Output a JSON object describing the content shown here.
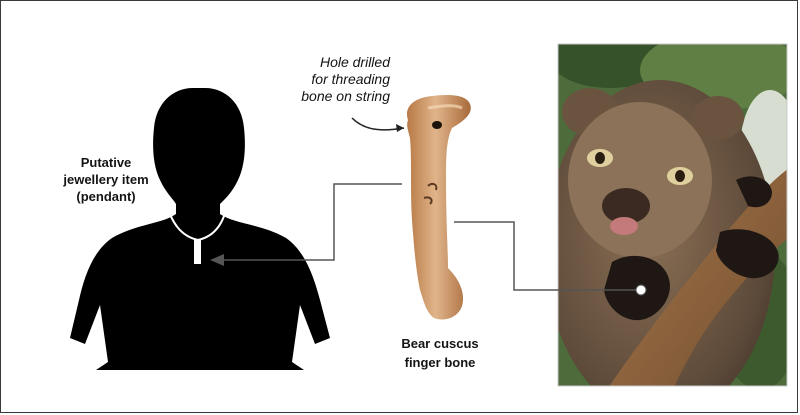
{
  "labels": {
    "hole": [
      "Hole drilled",
      "for threading",
      "bone on string"
    ],
    "pendant": [
      "Putative",
      "jewellery item",
      "(pendant)"
    ],
    "bone": [
      "Bear cuscus",
      "finger bone"
    ]
  }
}
